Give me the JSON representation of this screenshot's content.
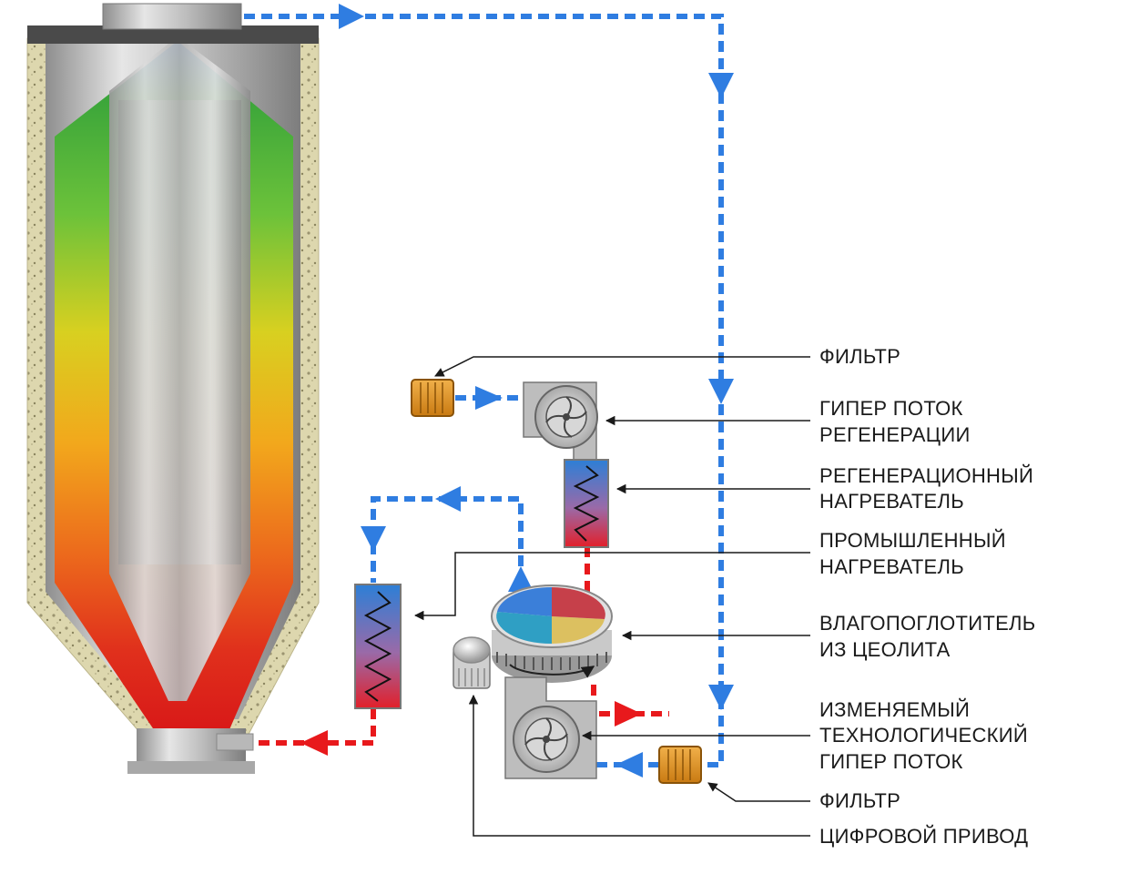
{
  "labels": {
    "filter_top": "ФИЛЬТР",
    "regen_flow_1": "ГИПЕР ПОТОК",
    "regen_flow_2": "РЕГЕНЕРАЦИИ",
    "regen_heater_1": "РЕГЕНЕРАЦИОННЫЙ",
    "regen_heater_2": "НАГРЕВАТЕЛЬ",
    "process_heater_1": "ПРОМЫШЛЕННЫЙ",
    "process_heater_2": "НАГРЕВАТЕЛЬ",
    "desiccant_1": "ВЛАГОПОГЛОТИТЕЛЬ",
    "desiccant_2": "ИЗ ЦЕОЛИТА",
    "process_flow_1": "ИЗМЕНЯЕМЫЙ",
    "process_flow_2": "ТЕХНОЛОГИЧЕСКИЙ",
    "process_flow_3": "ГИПЕР ПОТОК",
    "filter_bottom": "ФИЛЬТР",
    "drive": "ЦИФРОВОЙ ПРИВОД"
  },
  "colors": {
    "dry_air": "#2f7de1",
    "hot_air": "#e8191c",
    "insulation": "#d9d3a8",
    "hopper_metal": "#c8c8c8",
    "filter": "#e49a2c"
  },
  "icons": [
    "filter-icon",
    "blower-fan-icon",
    "heater-coil-icon",
    "desiccant-wheel-icon",
    "digital-drive-icon"
  ]
}
